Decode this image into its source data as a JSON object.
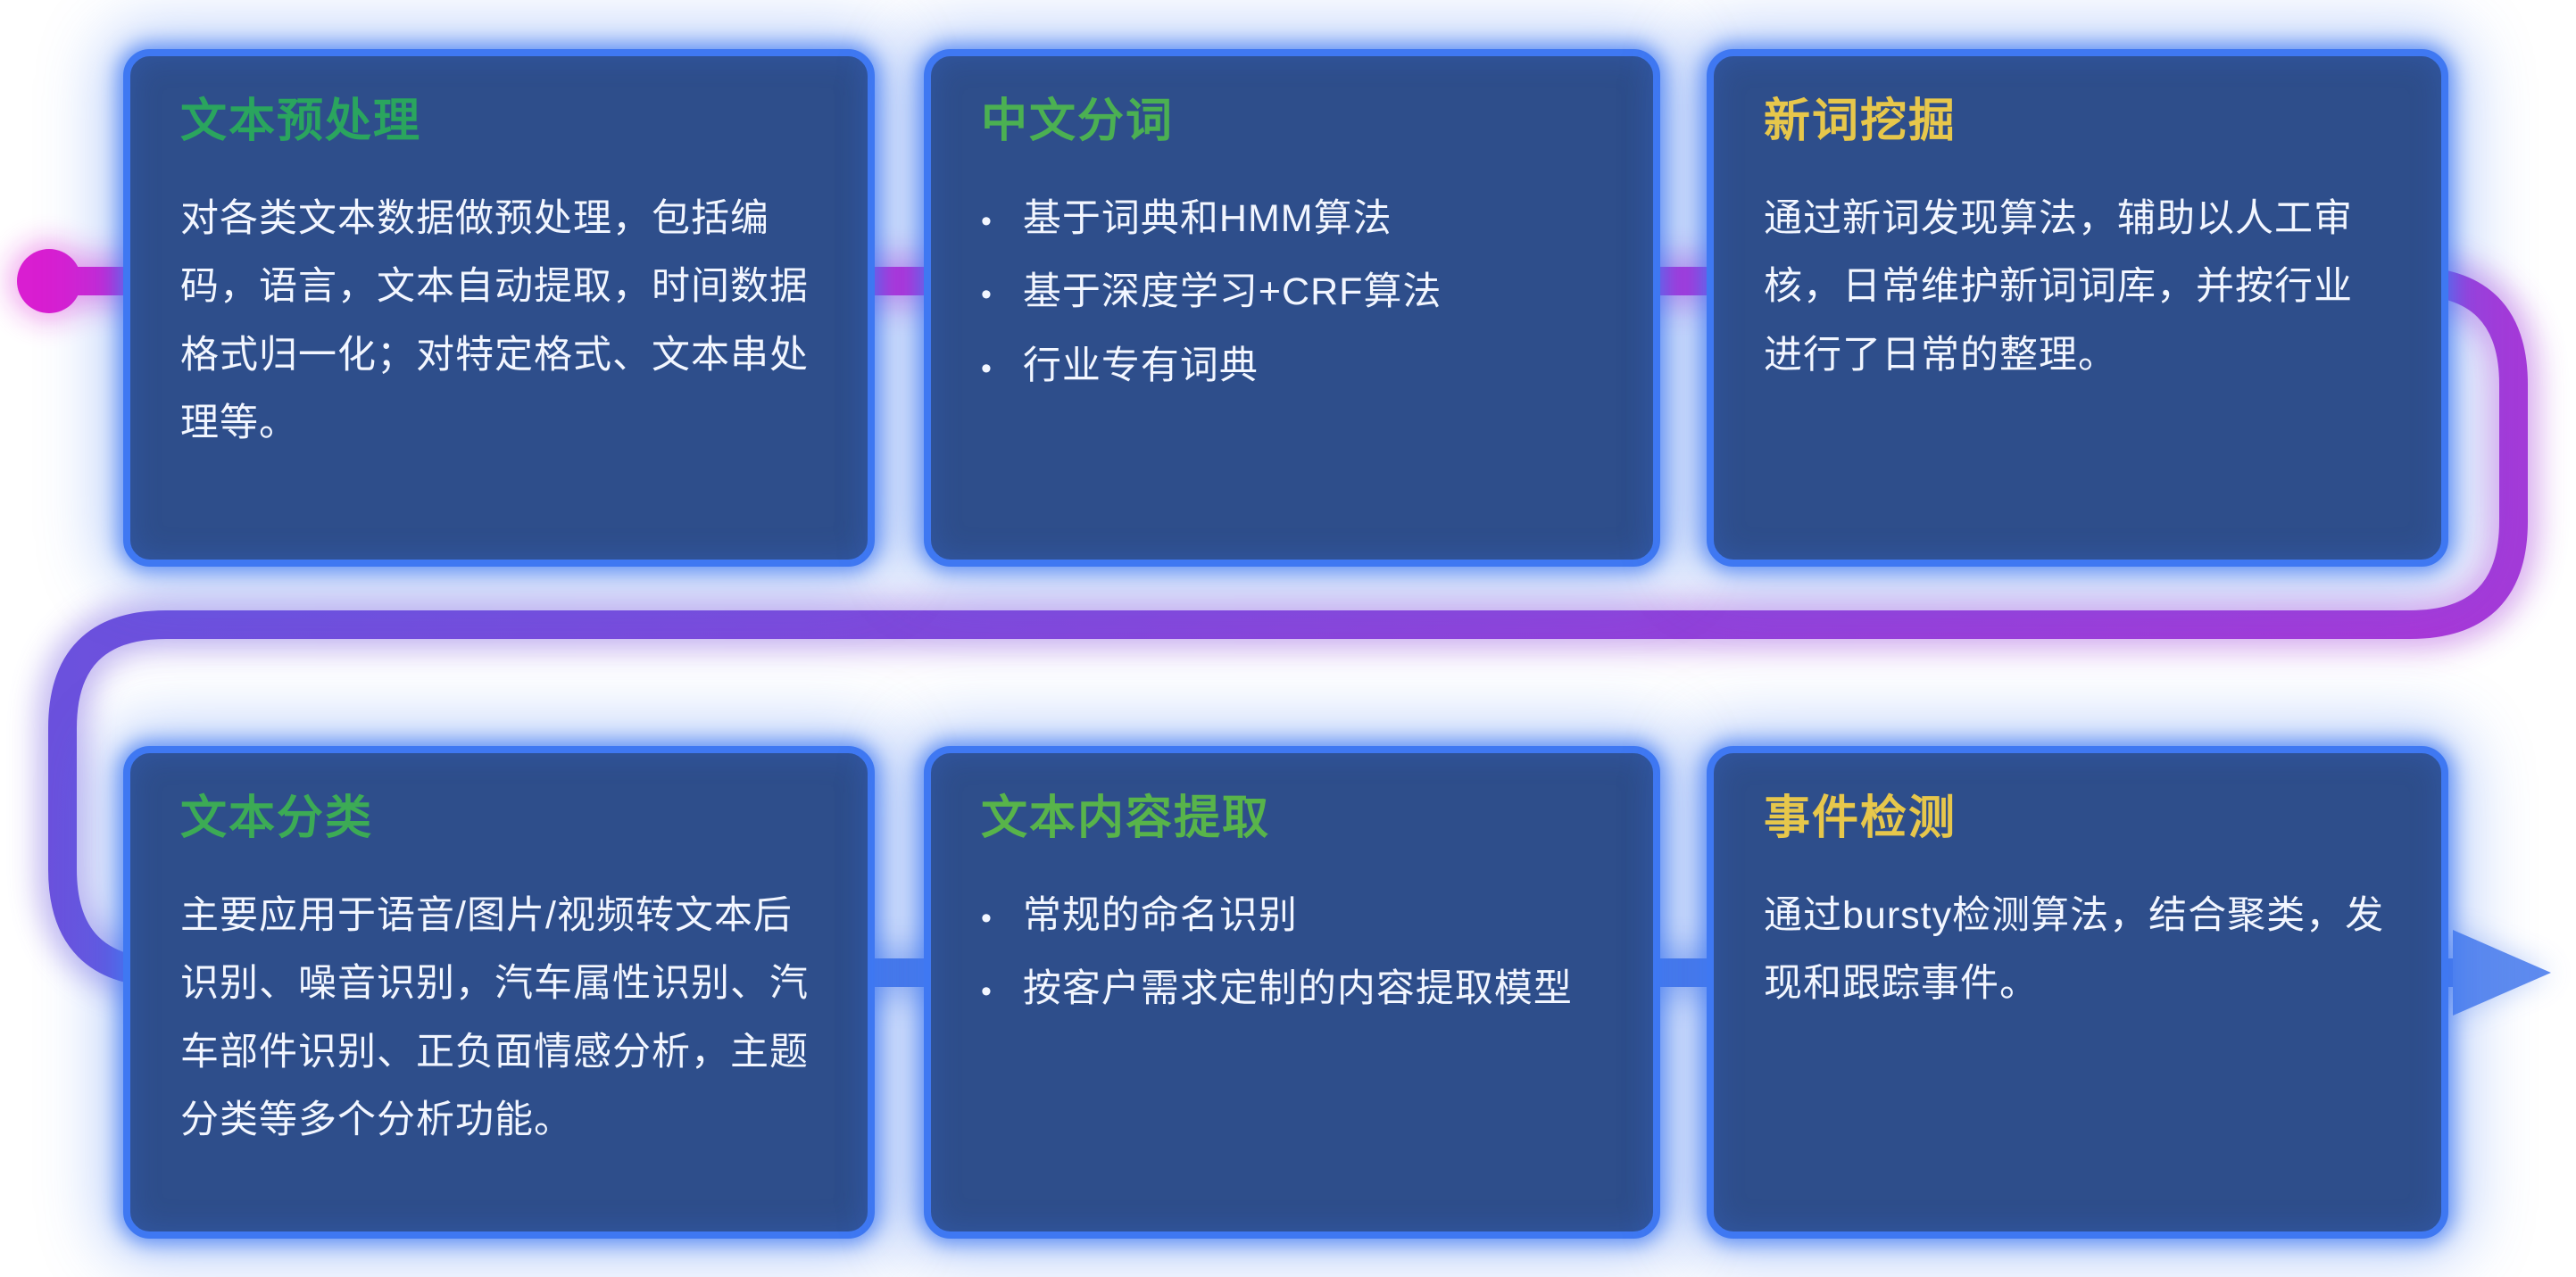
{
  "flow": {
    "dot_color": "#d91ed1",
    "arrow_color": "#5e8bef",
    "segment_colors": {
      "start": "#d91ed1",
      "mid_right": "#a43ad8",
      "mid_left": "#6b51dd",
      "end": "#4b7ae9"
    }
  },
  "colors": {
    "card_background": "#2e4e8b",
    "card_glow_border": "#3f78f2",
    "body_text": "#f2f6ff",
    "title_green": "#3dab56",
    "title_yellow": "#e7c74b",
    "page_background": "#ffffff"
  },
  "cards": [
    {
      "title": "文本预处理",
      "title_color": "#2aa55e",
      "body": "对各类文本数据做预处理，包括编码，语言，文本自动提取，时间数据格式归一化；对特定格式、文本串处理等。"
    },
    {
      "title": "中文分词",
      "title_color": "#4bb052",
      "bullets": [
        "基于词典和HMM算法",
        "基于深度学习+CRF算法",
        "行业专有词典"
      ]
    },
    {
      "title": "新词挖掘",
      "title_color": "#e7c74b",
      "body": "通过新词发现算法，辅助以人工审核，日常维护新词词库，并按行业进行了日常的整理。"
    },
    {
      "title": "文本分类",
      "title_color": "#3cab55",
      "body": "主要应用于语音/图片/视频转文本后识别、噪音识别，汽车属性识别、汽车部件识别、正负面情感分析，主题分类等多个分析功能。"
    },
    {
      "title": "文本内容提取",
      "title_color": "#58b44a",
      "bullets": [
        "常规的命名识别",
        "按客户需求定制的内容提取模型"
      ]
    },
    {
      "title": "事件检测",
      "title_color": "#e7c74b",
      "body": "通过bursty检测算法，结合聚类，发现和跟踪事件。"
    }
  ]
}
